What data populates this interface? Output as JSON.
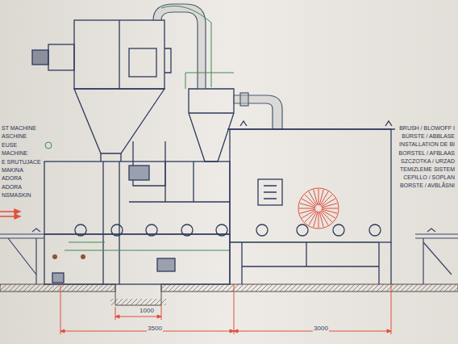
{
  "diagram": {
    "labels": [
      "ST MACHINE",
      "ASCHINE",
      "EUSE",
      "MACHINE",
      "E SRUTUJACE",
      "MAKINA",
      "ADORA",
      "ADORA",
      "NSMASKIN",
      "BRUSH / BLOWOFF I",
      "BÜRSTE / ABBLASE",
      "INSTALLATION DE BI",
      "BORSTEL / AFBLAAS",
      "SZCZOTKA / URZAD",
      "TEMIZLEME SISTEM",
      "CEPILLO / SOPLAN",
      "BORSTE / AVBLÅSNI",
      "1000",
      "3500",
      "3000"
    ]
  }
}
